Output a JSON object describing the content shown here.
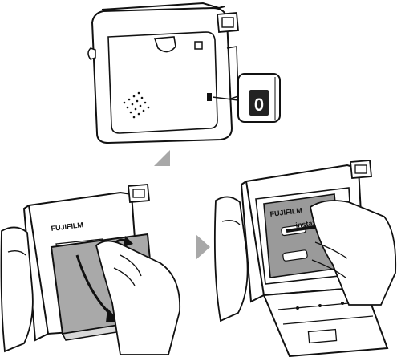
{
  "figure": {
    "counter_digit": "0",
    "brand_label": "FUJIFILM",
    "film_label": "instax"
  },
  "colors": {
    "line": "#111111",
    "back_door_fill": "#a9a9a9",
    "arrow_gray": "#a8a8a8",
    "film_fill": "#9a9a9a",
    "counter_bg": "#222222",
    "counter_text": "#ffffff"
  },
  "icons": {
    "step_arrow_diagonal": "triangle-down-right-icon",
    "step_arrow_right": "triangle-right-icon",
    "motion_arrow_curve": "curved-arrow-icon",
    "motion_arrow_straight": "straight-arrow-icon"
  }
}
